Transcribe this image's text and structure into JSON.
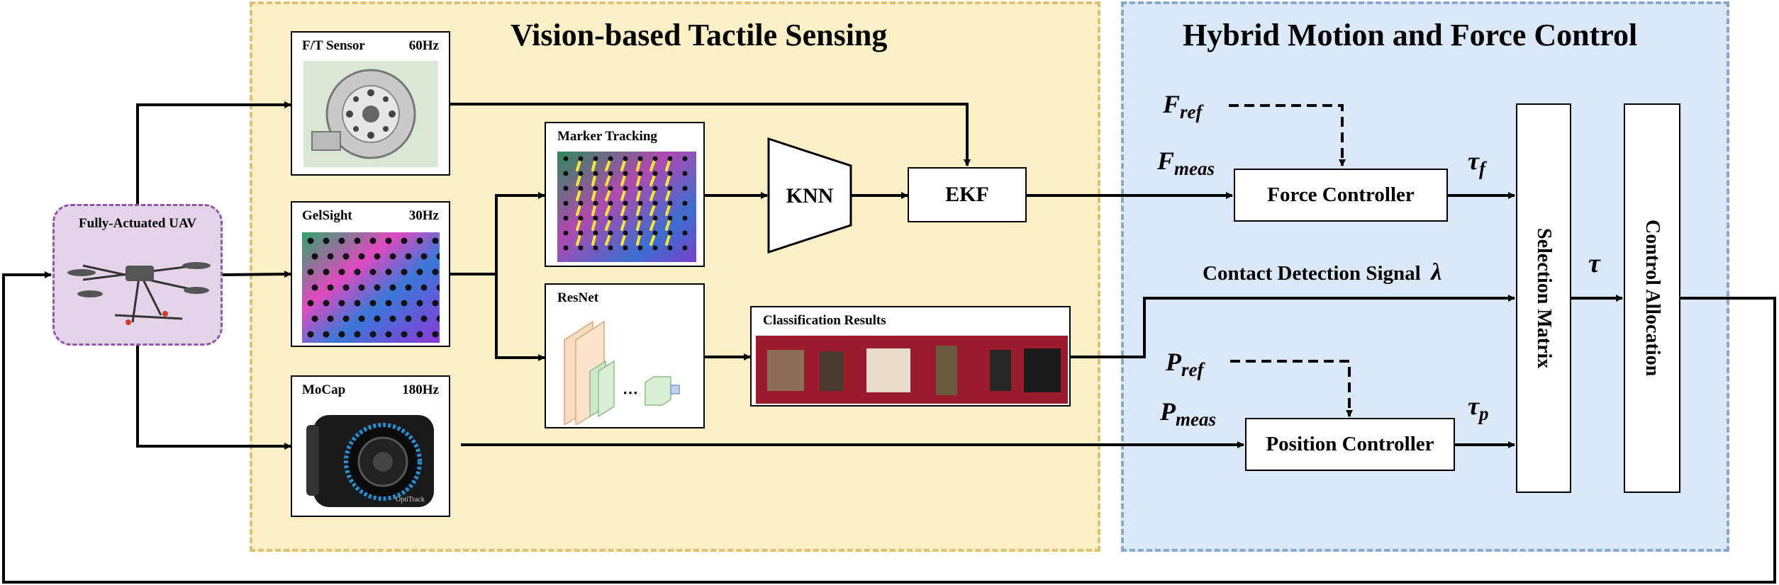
{
  "regions": {
    "vision_title": "Vision-based Tactile Sensing",
    "control_title": "Hybrid Motion and Force Control"
  },
  "uav": {
    "label": "Fully-Actuated UAV"
  },
  "sensors": {
    "ft": {
      "name": "F/T Sensor",
      "rate": "60Hz"
    },
    "gelsight": {
      "name": "GelSight",
      "rate": "30Hz"
    },
    "mocap": {
      "name": "MoCap",
      "rate": "180Hz",
      "device_brand": "OptiTrack"
    }
  },
  "processing": {
    "marker_tracking": "Marker Tracking",
    "resnet": "ResNet",
    "resnet_ellipsis": "···",
    "knn": "KNN",
    "ekf": "EKF",
    "classification": "Classification Results"
  },
  "control": {
    "force_controller": "Force Controller",
    "position_controller": "Position Controller",
    "selection_matrix": "Selection Matrix",
    "control_allocation": "Control Allocation",
    "contact_signal": "Contact Detection Signal",
    "lambda_symbol": "λ",
    "f_ref_base": "F",
    "f_ref_sub": "ref",
    "f_meas_base": "F",
    "f_meas_sub": "meas",
    "p_ref_base": "P",
    "p_ref_sub": "ref",
    "p_meas_base": "P",
    "p_meas_sub": "meas",
    "tau_f_base": "τ",
    "tau_f_sub": "f",
    "tau_p_base": "τ",
    "tau_p_sub": "p",
    "tau": "τ"
  },
  "colors": {
    "vision_region_fill": "#fdf0c6",
    "vision_region_border": "#dcc276",
    "control_region_fill": "#dae8f9",
    "control_region_border": "#8aa7cd",
    "uav_fill": "#e4d4ea",
    "uav_border": "#8e57a8",
    "marker_arrow": "#f2e832",
    "classification_bg": "#9a1c2c"
  },
  "icons": [
    "ft-sensor-photo",
    "gelsight-image",
    "mocap-camera-photo",
    "marker-tracking-image",
    "resnet-diagram",
    "texture-samples-photo",
    "uav-photo"
  ]
}
